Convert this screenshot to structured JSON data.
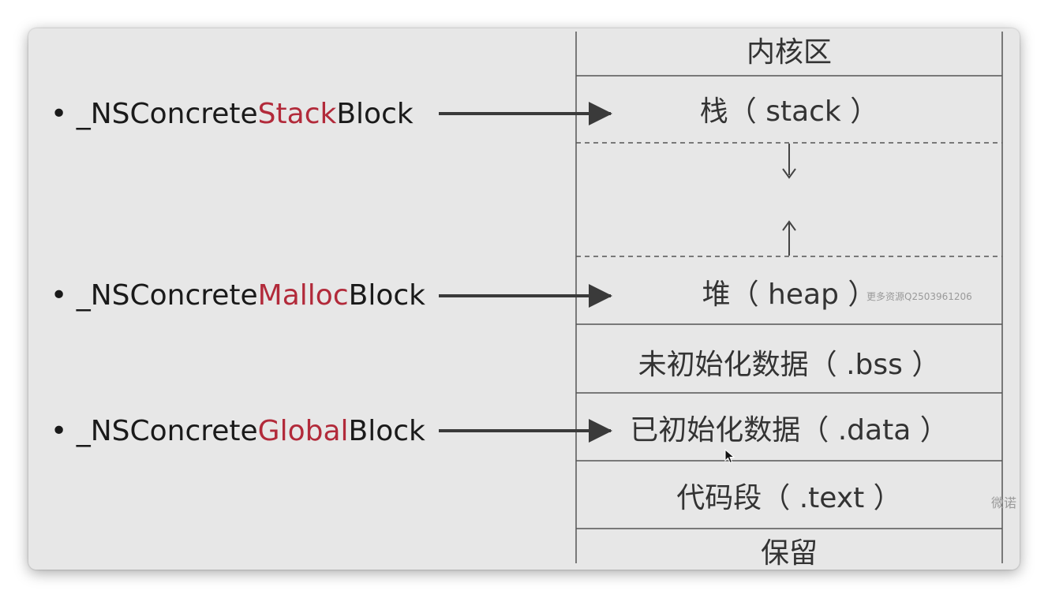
{
  "colors": {
    "background": "#e7e7e7",
    "accent": "#b22a3a",
    "text": "#1a1a1a",
    "line": "#555555",
    "arrow": "#3a3a3a"
  },
  "memory_regions": [
    {
      "id": "kernel",
      "label": "内核区"
    },
    {
      "id": "stack",
      "label": "栈（ stack ）"
    },
    {
      "id": "heap",
      "label": "堆（ heap ）"
    },
    {
      "id": "bss",
      "label": "未初始化数据（ .bss ）"
    },
    {
      "id": "data",
      "label": "已初始化数据（ .data ）"
    },
    {
      "id": "text",
      "label": "代码段（ .text ）"
    },
    {
      "id": "reserved",
      "label": "保留"
    }
  ],
  "block_types": [
    {
      "prefix": "_NSConcrete",
      "accent": "Stack",
      "suffix": "Block",
      "target": "stack"
    },
    {
      "prefix": "_NSConcrete",
      "accent": "Malloc",
      "suffix": "Block",
      "target": "heap"
    },
    {
      "prefix": "_NSConcrete",
      "accent": "Global",
      "suffix": "Block",
      "target": "data"
    }
  ],
  "bullet": "•",
  "watermarks": {
    "center": "更多资源Q2503961206",
    "edge": "微诺"
  },
  "icons": {
    "pointer": "mouse-cursor-icon",
    "growth_down": "arrow-down-icon",
    "growth_up": "arrow-up-icon"
  }
}
